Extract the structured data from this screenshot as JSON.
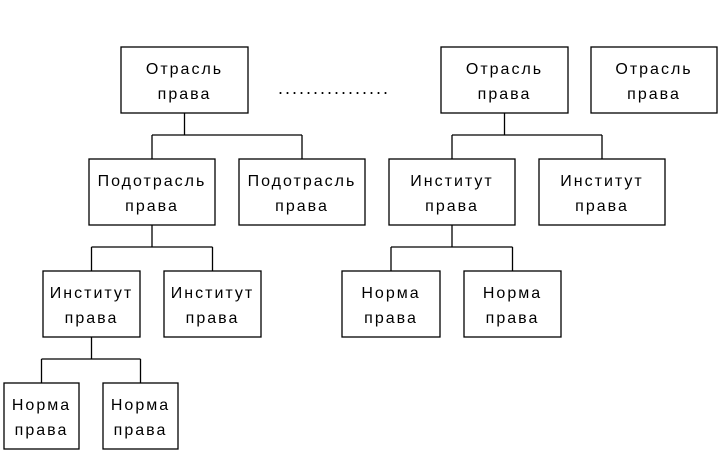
{
  "diagram": {
    "nodes": {
      "branch1": [
        "Отрасль",
        "права"
      ],
      "branch2": [
        "Отрасль",
        "права"
      ],
      "branch3": [
        "Отрасль",
        "права"
      ],
      "subbranch1": [
        "Подотрасль",
        "права"
      ],
      "subbranch2": [
        "Подотрасль",
        "права"
      ],
      "institute1": [
        "Институт",
        "права"
      ],
      "institute2": [
        "Институт",
        "права"
      ],
      "institute3": [
        "Институт",
        "права"
      ],
      "institute4": [
        "Институт",
        "права"
      ],
      "norm1": [
        "Норма",
        "права"
      ],
      "norm2": [
        "Норма",
        "права"
      ],
      "norm3": [
        "Норма",
        "права"
      ],
      "norm4": [
        "Норма",
        "права"
      ]
    },
    "ellipsis": "................",
    "edges": [
      [
        "branch1",
        "subbranch1"
      ],
      [
        "branch1",
        "subbranch2"
      ],
      [
        "subbranch1",
        "institute1"
      ],
      [
        "subbranch1",
        "institute2"
      ],
      [
        "institute1",
        "norm1"
      ],
      [
        "institute1",
        "norm2"
      ],
      [
        "branch2",
        "institute3"
      ],
      [
        "branch2",
        "institute4"
      ],
      [
        "institute3",
        "norm3"
      ],
      [
        "institute3",
        "norm4"
      ]
    ]
  }
}
